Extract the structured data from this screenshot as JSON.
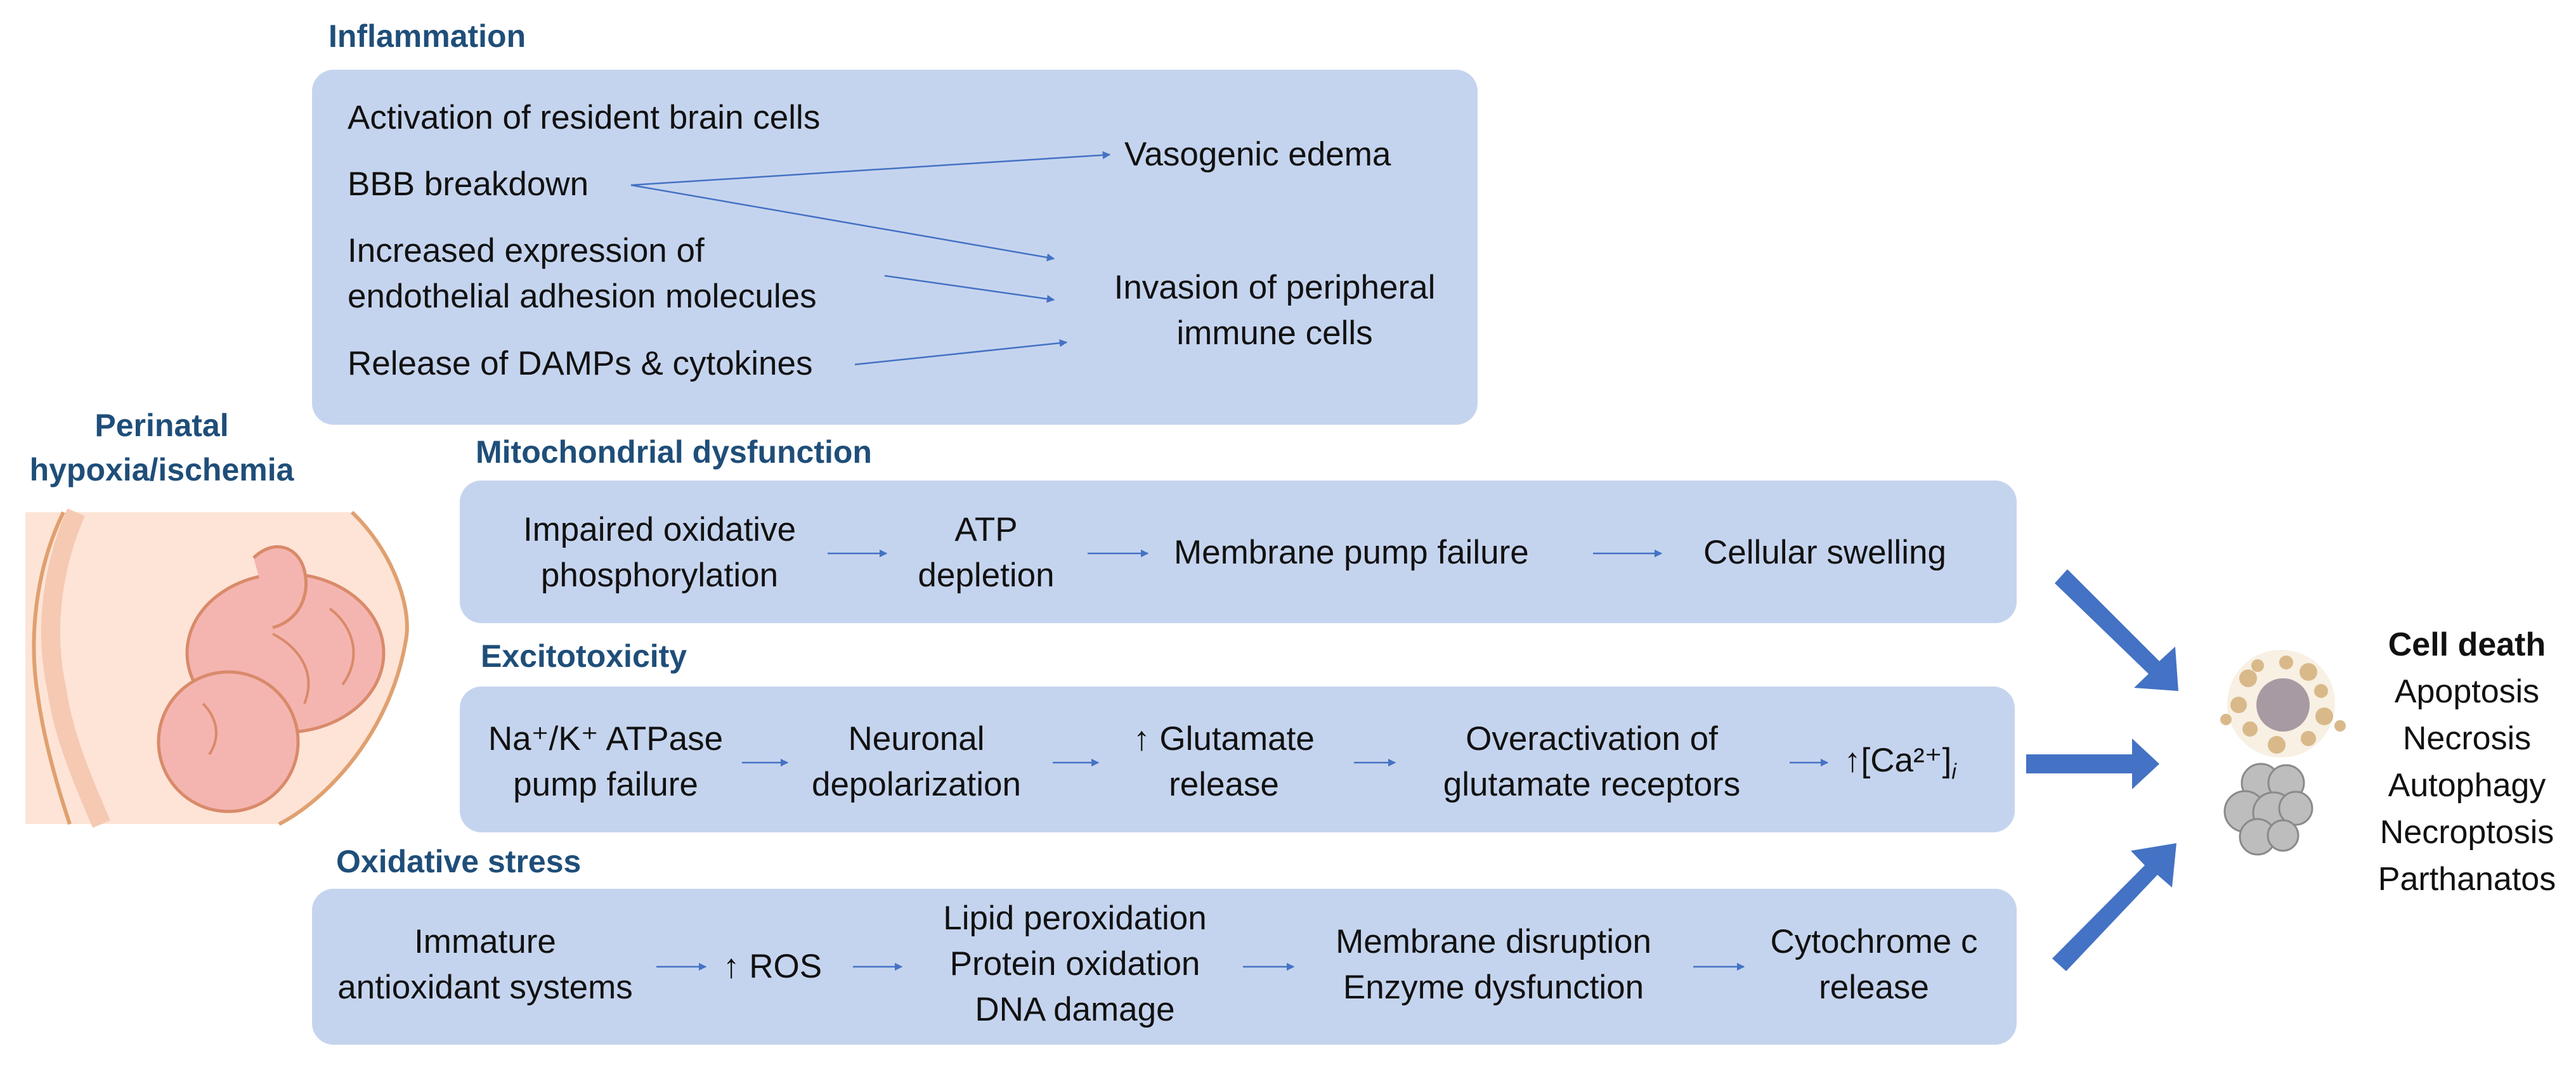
{
  "side_label": [
    "Perinatal",
    "hypoxia/ischemia"
  ],
  "inflammation": {
    "heading": "Inflammation",
    "items": [
      "Activation of resident brain cells",
      "BBB breakdown",
      "Increased expression of",
      "endothelial adhesion molecules",
      "Release of DAMPs & cytokines"
    ],
    "outcome_edema": "Vasogenic edema",
    "outcome_invasion": [
      "Invasion of peripheral",
      "immune cells"
    ]
  },
  "mito": {
    "heading": "Mitochondrial dysfunction",
    "steps": [
      [
        "Impaired oxidative",
        "phosphorylation"
      ],
      [
        "ATP",
        "depletion"
      ],
      [
        "Membrane pump failure"
      ],
      [
        "Cellular swelling"
      ]
    ]
  },
  "excito": {
    "heading": "Excitotoxicity",
    "step1": [
      "Na⁺/K⁺ ATPase",
      "pump failure"
    ],
    "step2": [
      "Neuronal",
      "depolarization"
    ],
    "step3": [
      "↑ Glutamate",
      "release"
    ],
    "step4": [
      "Overactivation of",
      "glutamate receptors"
    ],
    "step5_prefix": "↑[Ca²⁺]",
    "step5_sub": "i"
  },
  "oxid": {
    "heading": "Oxidative stress",
    "step1": [
      "Immature",
      "antioxidant systems"
    ],
    "step2": "↑ ROS",
    "step3": [
      "Lipid peroxidation",
      "Protein oxidation",
      "DNA damage"
    ],
    "step4": [
      "Membrane disruption",
      "Enzyme dysfunction"
    ],
    "step5": [
      "Cytochrome c",
      "release"
    ]
  },
  "cell_death": {
    "title": "Cell death",
    "types": [
      "Apoptosis",
      "Necrosis",
      "Autophagy",
      "Necroptosis",
      "Parthanatos"
    ]
  },
  "colors": {
    "heading": "#1f4e79",
    "box": "#c5d4ee",
    "thin_arrow": "#4472c4",
    "big_arrow": "#4472c4"
  },
  "icons": [
    "pregnant-abdomen-fetus-illustration",
    "apoptotic-cell-icon",
    "necrotic-cell-icon"
  ]
}
